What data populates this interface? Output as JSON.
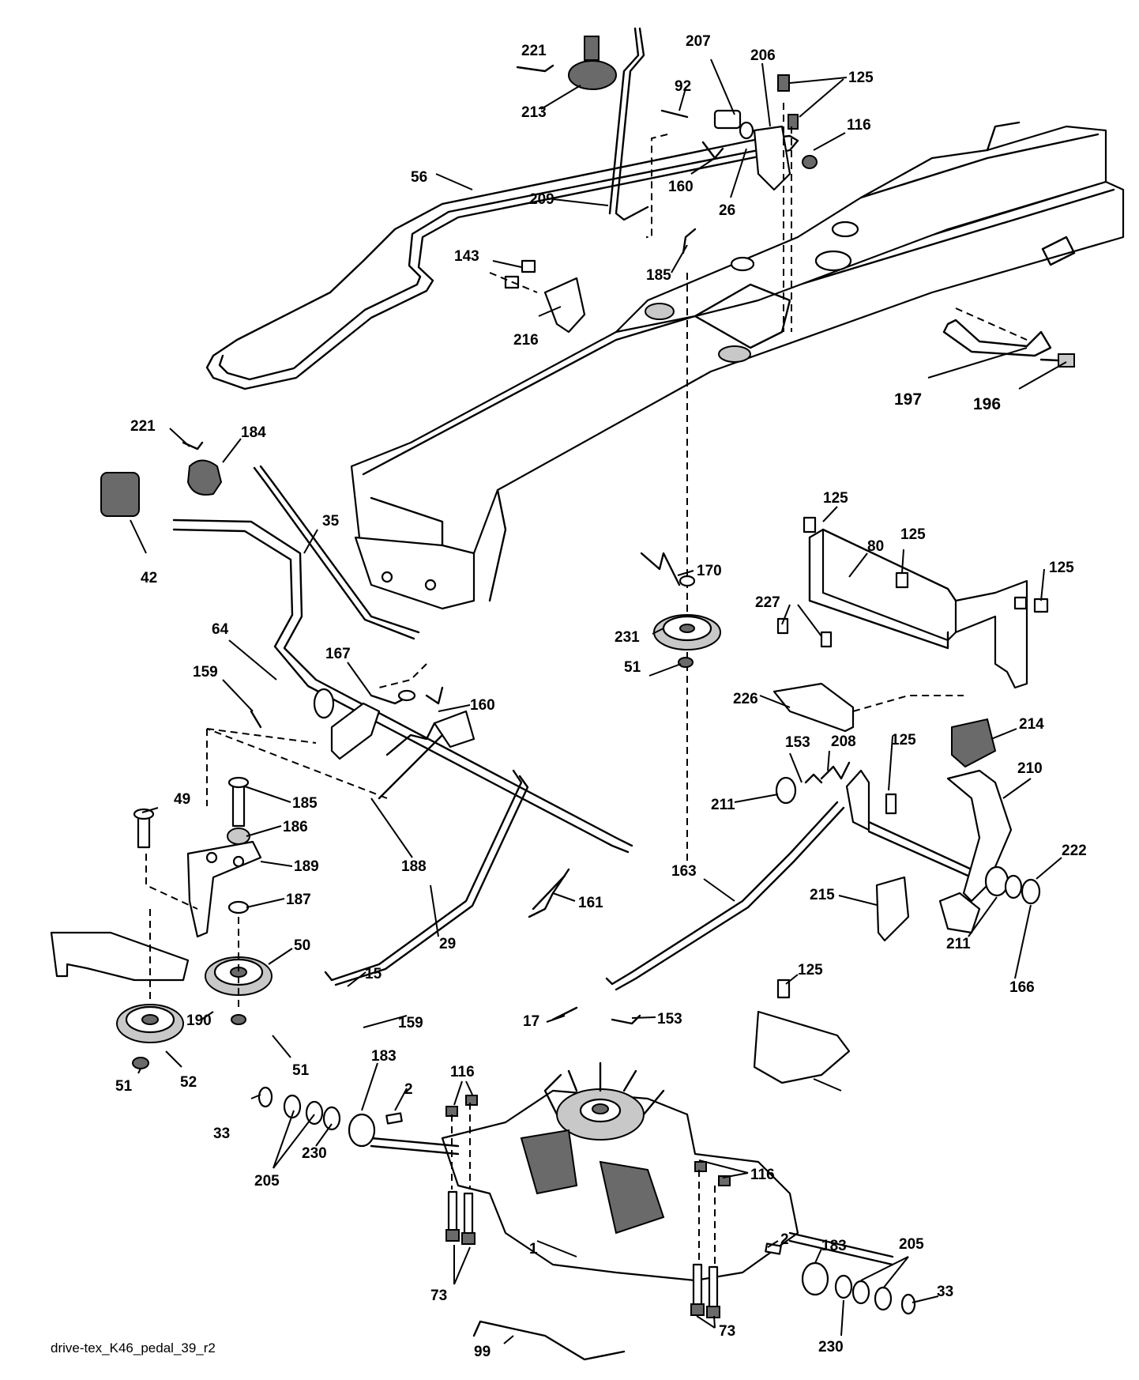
{
  "caption": "drive-tex_K46_pedal_39_r2",
  "callouts": [
    "221",
    "213",
    "207",
    "92",
    "206",
    "125",
    "116",
    "160",
    "26",
    "209",
    "56",
    "143",
    "185",
    "216",
    "197",
    "196",
    "221",
    "184",
    "35",
    "42",
    "64",
    "167",
    "160",
    "159",
    "170",
    "125",
    "80",
    "125",
    "125",
    "227",
    "231",
    "51",
    "226",
    "49",
    "185",
    "186",
    "188",
    "189",
    "187",
    "50",
    "161",
    "29",
    "153",
    "208",
    "125",
    "214",
    "211",
    "210",
    "163",
    "215",
    "211",
    "222",
    "166",
    "15",
    "159",
    "17",
    "153",
    "125",
    "190",
    "51",
    "52",
    "51",
    "183",
    "2",
    "116",
    "33",
    "205",
    "230",
    "116",
    "2",
    "183",
    "205",
    "1",
    "73",
    "33",
    "99",
    "73",
    "230"
  ]
}
